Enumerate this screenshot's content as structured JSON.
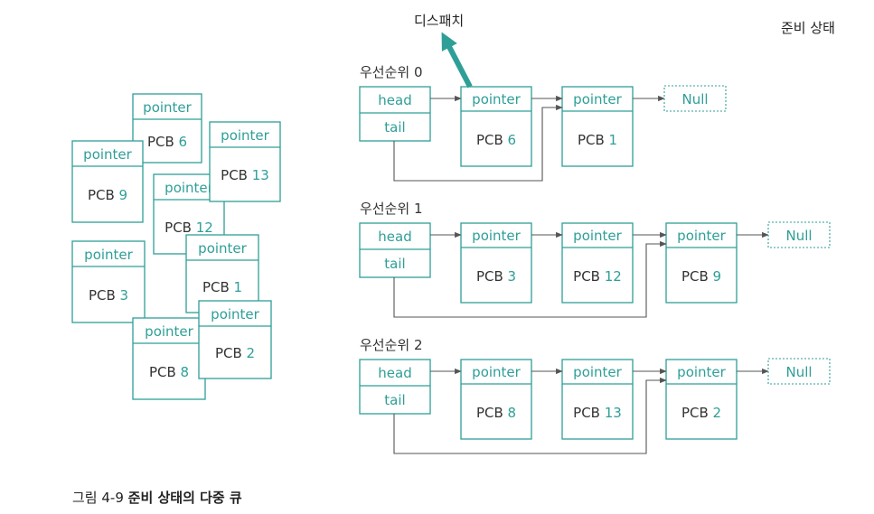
{
  "header": {
    "dispatch_label": "디스패치",
    "state_title": "준비 상태"
  },
  "caption": {
    "figure_no": "그림 4-9",
    "title": "준비 상태의 다중 큐"
  },
  "labels": {
    "pointer": "pointer",
    "head": "head",
    "tail": "tail",
    "null": "Null",
    "pcb_prefix": "PCB"
  },
  "pool": [
    6,
    13,
    9,
    12,
    1,
    3,
    8,
    2
  ],
  "queues": [
    {
      "title": "우선순위 0",
      "pcbs": [
        6,
        1
      ]
    },
    {
      "title": "우선순위 1",
      "pcbs": [
        3,
        12,
        9
      ]
    },
    {
      "title": "우선순위 2",
      "pcbs": [
        8,
        13,
        2
      ]
    }
  ],
  "colors": {
    "accent": "#2e9f97",
    "arrow": "#555555",
    "text": "#222222"
  }
}
